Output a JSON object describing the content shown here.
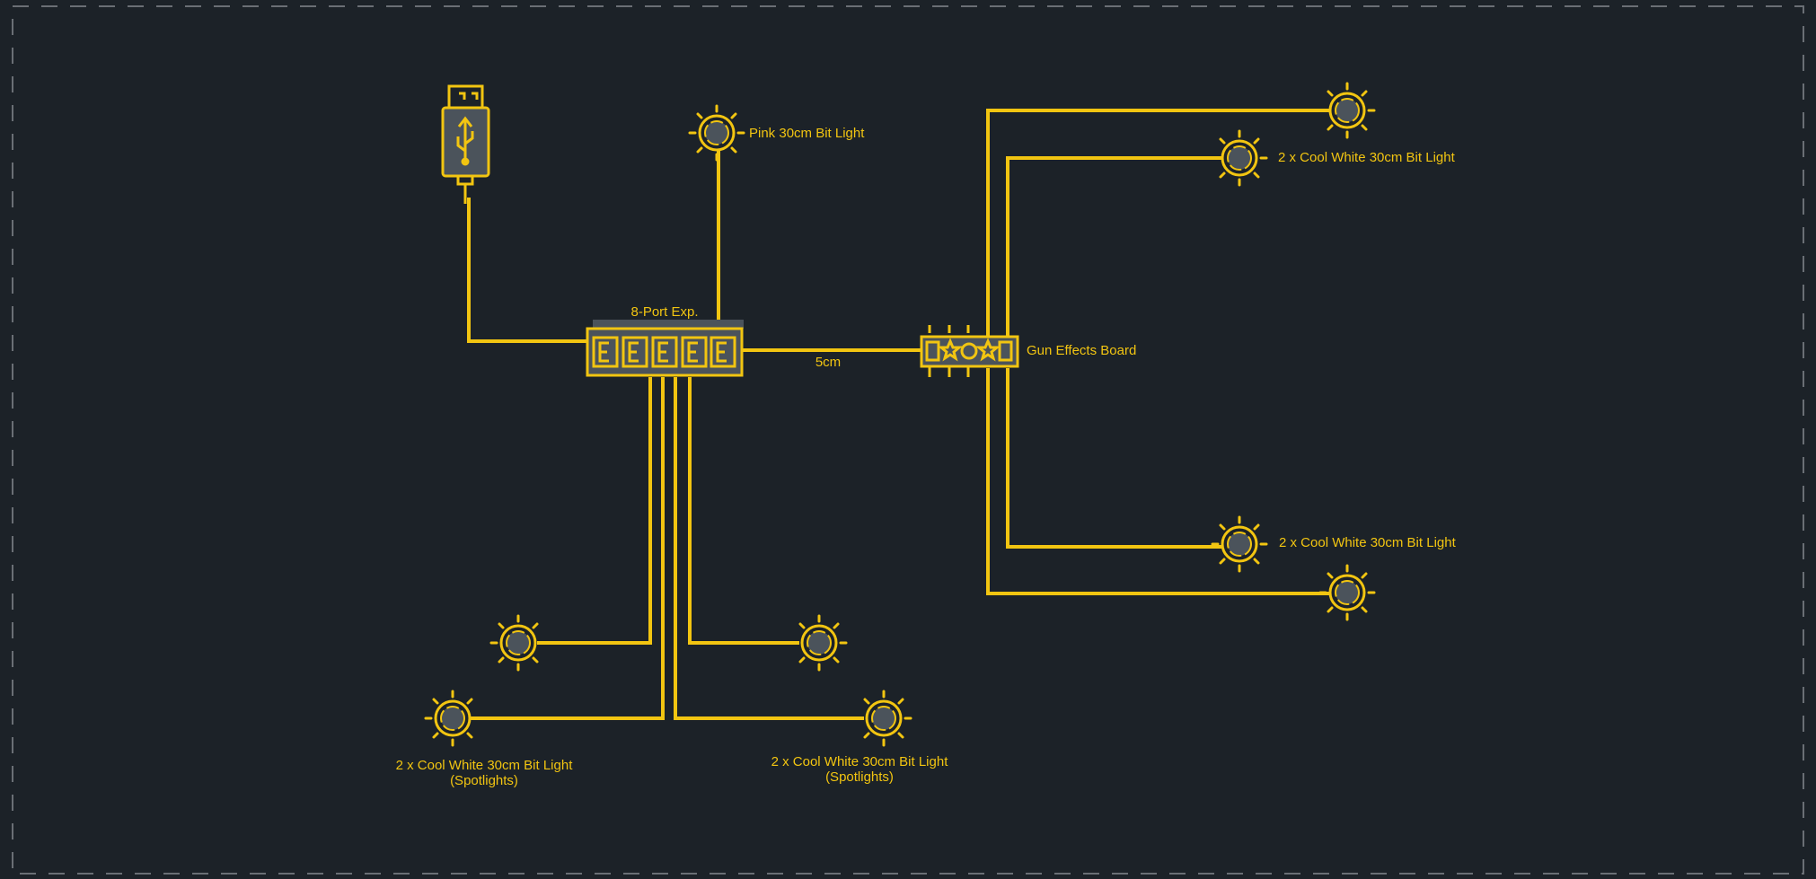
{
  "colors": {
    "background": "#1c2228",
    "wire": "#f2c511",
    "component_fill": "#4b535b",
    "border_dash": "#6a6f75"
  },
  "labels": {
    "hub": "8-Port Exp.",
    "link_length": "5cm",
    "gun_board": "Gun Effects Board",
    "pink_light": "Pink 30cm Bit Light",
    "right_top_light": "2 x Cool White 30cm Bit Light",
    "right_bottom_light": "2 x Cool White 30cm Bit Light",
    "spot_left_line1": "2 x Cool White 30cm Bit Light",
    "spot_left_line2": "(Spotlights)",
    "spot_right_line1": "2 x Cool White 30cm Bit Light",
    "spot_right_line2": "(Spotlights)"
  },
  "icons": {
    "usb": "usb-connector-icon",
    "light": "bit-light-icon",
    "hub": "expansion-hub-icon",
    "board": "gun-effects-board-icon"
  }
}
